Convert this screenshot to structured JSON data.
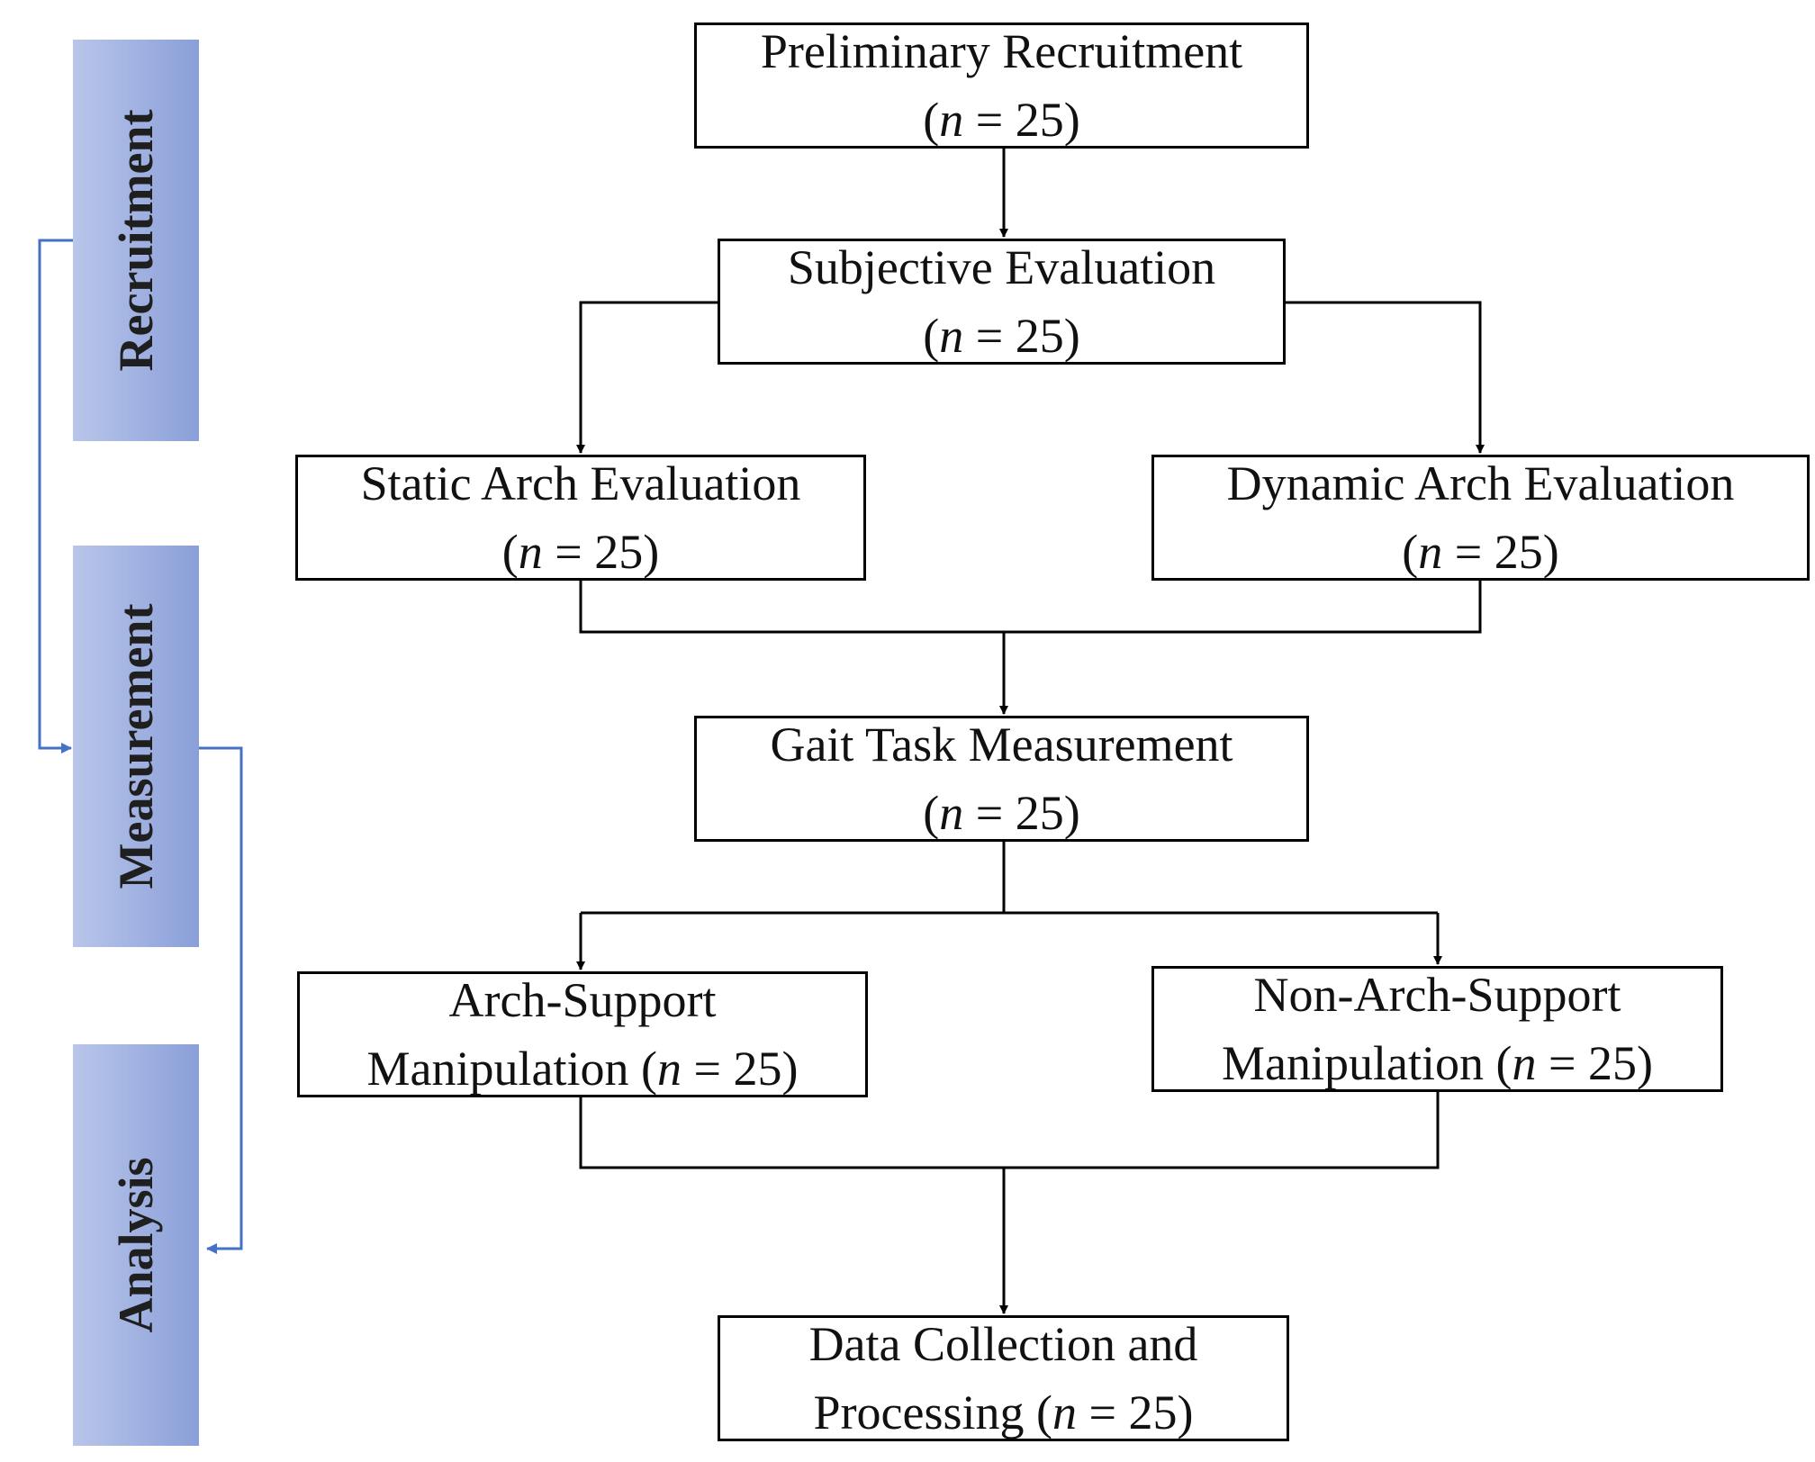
{
  "phases": [
    {
      "label": "Recruitment"
    },
    {
      "label": "Measurement"
    },
    {
      "label": "Analysis"
    }
  ],
  "count_label": "n = 25",
  "boxes": {
    "preliminary": {
      "line1": "Preliminary Recruitment",
      "line2_prefix": "(",
      "n": "n",
      "line2_suffix": " = 25)"
    },
    "subjective": {
      "line1": "Subjective Evaluation",
      "line2_prefix": "(",
      "n": "n",
      "line2_suffix": " = 25)"
    },
    "static_arch": {
      "line1": "Static Arch Evaluation",
      "line2_prefix": "(",
      "n": "n",
      "line2_suffix": " = 25)"
    },
    "dynamic_arch": {
      "line1": "Dynamic Arch Evaluation",
      "line2_prefix": "(",
      "n": "n",
      "line2_suffix": " = 25)"
    },
    "gait_task": {
      "line1": "Gait Task Measurement",
      "line2_prefix": "(",
      "n": "n",
      "line2_suffix": " = 25)"
    },
    "arch_support": {
      "line1": "Arch-Support",
      "line2_prefix": "Manipulation (",
      "n": "n",
      "line2_suffix": " = 25)"
    },
    "non_arch_support": {
      "line1": "Non-Arch-Support",
      "line2_prefix": "Manipulation (",
      "n": "n",
      "line2_suffix": " = 25)"
    },
    "data_collection": {
      "line1": "Data Collection and",
      "line2_prefix": "Processing (",
      "n": "n",
      "line2_suffix": " = 25)"
    }
  },
  "colors": {
    "phase_light": "#b9c6ea",
    "phase_dark": "#8a9fd9",
    "phase_connector": "#4472c4",
    "box_border": "#000000"
  }
}
